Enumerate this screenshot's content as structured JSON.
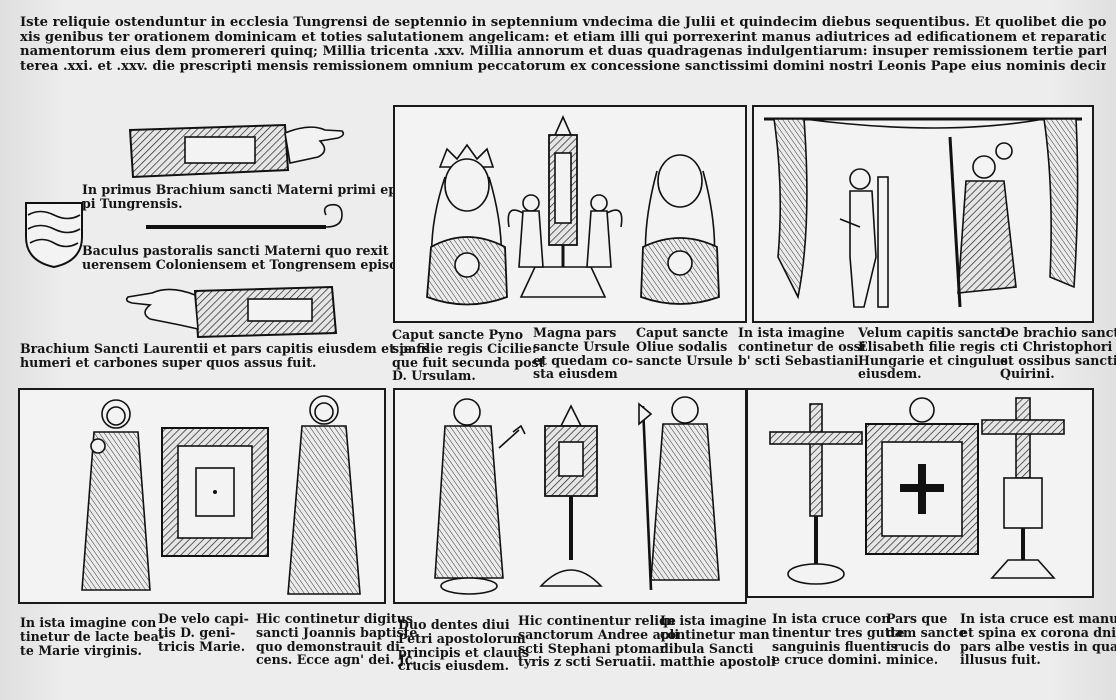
{
  "header": {
    "lines": [
      "Iste reliquie ostenduntur in ecclesia Tungrensi de septennio in septennium vndecima die Julii et quindecim diebus sequentibus. Et quolibet die poterit quislibet legens deuote fle",
      "xis genibus ter orationem dominicam et toties salutationem angelicam: et etiam illi qui porrexerint manus adiutrices ad edificationem et reparationem ecclesie Tungrensis s",
      "namentorum eius dem promereri quinq; Millia tricenta .xxv. Millia annorum et duas quadragenas indulgentiarum: insuper remissionem tertie partis omnium peccatorum. Ite",
      "terea .xxi. et .xxv. die prescripti mensis remissionem omnium peccatorum ex concessione sanctissimi domini nostri Leonis Pape eius nominis decimi."
    ]
  },
  "captions": {
    "left": [
      [
        "In primus Brachium sancti Materni primi episco",
        "pi Tungrensis."
      ],
      [
        "Baculus pastoralis sancti Materni quo rexit Tre",
        "uerensem Coloniensem et Tongrensem episcopatus"
      ],
      [
        "Brachium Sancti Laurentii et pars capitis eiusdem et pars",
        "humeri et carbones super quos assus fuit."
      ]
    ],
    "mid_top": [
      [
        "Caput sancte Pyno",
        "sie filie regis Cicilie:",
        "que fuit secunda post",
        "D. Ursulam."
      ],
      [
        "Magna pars",
        "sancte Ursule",
        "et quedam co-",
        "sta eiusdem"
      ],
      [
        "Caput sancte",
        "Oliue sodalis",
        "sancte Ursule"
      ]
    ],
    "right_top": [
      [
        "In ista imagine",
        "continetur de ossi",
        "b' scti Sebastiani"
      ],
      [
        "Velum capitis sancte",
        "Elisabeth filie regis",
        "Hungarie et cingulus",
        "eiusdem."
      ],
      [
        "De brachio sancti",
        "cti Christophori",
        "et ossibus sancti",
        "Quirini."
      ]
    ],
    "bottom_left": [
      [
        "In ista imagine con",
        "tinetur de lacte bea-",
        "te Marie virginis."
      ],
      [
        "De velo capi-",
        "tis D. geni-",
        "tricis Marie."
      ],
      [
        "Hic continetur digitus",
        "sancti Joannis baptiste",
        "quo demonstrauit di-",
        "cens. Ecce agn' dei. Jc."
      ]
    ],
    "bottom_mid": [
      [
        "Duo dentes diui",
        "Petri apostolorum",
        "principis et clauus",
        "crucis eiusdem."
      ],
      [
        "Hic continentur reliqe",
        "sanctorum Andree apli",
        "scti Stephani ptomar",
        "tyris z scti Seruatii."
      ],
      [
        "In ista imagine",
        "continetur man",
        "dibula Sancti",
        "matthie apostoli"
      ]
    ],
    "bottom_right": [
      [
        "In ista cruce con",
        "tinentur tres gutte",
        "sanguinis fluentis",
        "e cruce domini."
      ],
      [
        "Pars que",
        "dam sancte",
        "crucis do",
        "minice."
      ],
      [
        "In ista cruce est manus",
        "et spina ex corona dni et",
        "pars albe vestis in qua",
        "illusus fuit."
      ]
    ]
  }
}
